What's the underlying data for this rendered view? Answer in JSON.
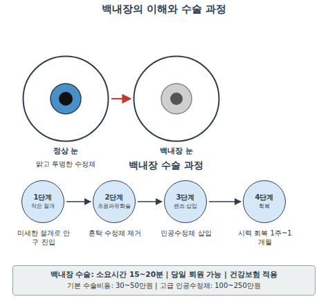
{
  "diagram": {
    "title": "백내장의 이해와 수술 과정",
    "nodes": [
      {
        "text": [
          "정상 눈",
          "맑고 투명한 수정체"
        ]
      },
      {
        "text": [
          "백내장 눈"
        ]
      },
      {
        "text": [
          "1단계",
          "작은 절개",
          "미세한 절개로 안구 진입"
        ]
      },
      {
        "text": [
          "2단계",
          "초음파유화술",
          "혼탁 수정체 제거"
        ]
      },
      {
        "text": [
          "3단계",
          "렌즈 삽입",
          "인공수정체 삽입"
        ]
      },
      {
        "text": [
          "4단계",
          "회복",
          "시력 회복 1주~1개월"
        ]
      },
      {
        "text": [
          "백내장 수술: 소요시간 15~20분 | 당일 퇴원 가능 | 건강보험 적용",
          "기본 수술비용: 30~50만원 | 고급 인공수정체: 100~250만원"
        ]
      }
    ],
    "edges": [
      {
        "from": 0,
        "to": 1,
        "arrow": "to"
      },
      {
        "from": 2,
        "to": 3,
        "arrow": "to"
      },
      {
        "from": 3,
        "to": 4,
        "arrow": "to"
      },
      {
        "from": 4,
        "to": 5,
        "arrow": "to"
      }
    ],
    "labels": [
      "백내장 수술 과정"
    ]
  }
}
